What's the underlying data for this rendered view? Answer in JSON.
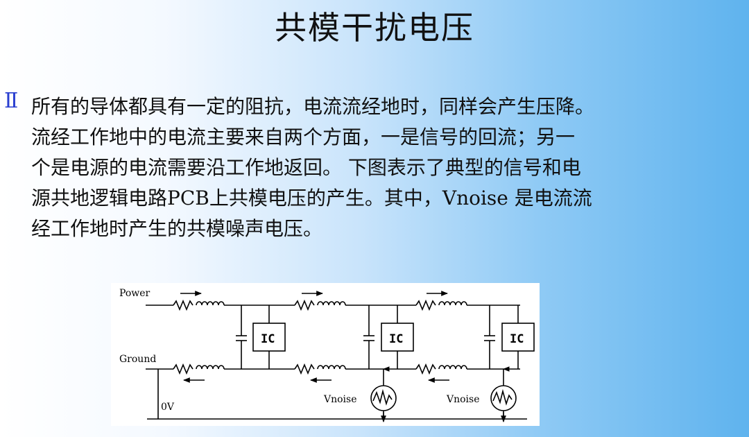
{
  "slide": {
    "title": "共模干扰电压",
    "bullet_symbol": "Ⅱ",
    "body_lines": [
      "所有的导体都具有一定的阻抗，电流流经地时，同样会产生压降。",
      "流经工作地中的电流主要来自两个方面，一是信号的回流；另一",
      "个是电源的电流需要沿工作地返回。 下图表示了典型的信号和电",
      "源共地逻辑电路PCB上共模电压的产生。其中，Vnoise 是电流流",
      "经工作地时产生的共模噪声电压。"
    ]
  },
  "diagram": {
    "power_label": "Power",
    "ground_label": "Ground",
    "zero_volt_label": "0V",
    "ic_labels": [
      "IC",
      "IC",
      "IC"
    ],
    "vnoise_labels": [
      "Vnoise",
      "Vnoise"
    ]
  }
}
